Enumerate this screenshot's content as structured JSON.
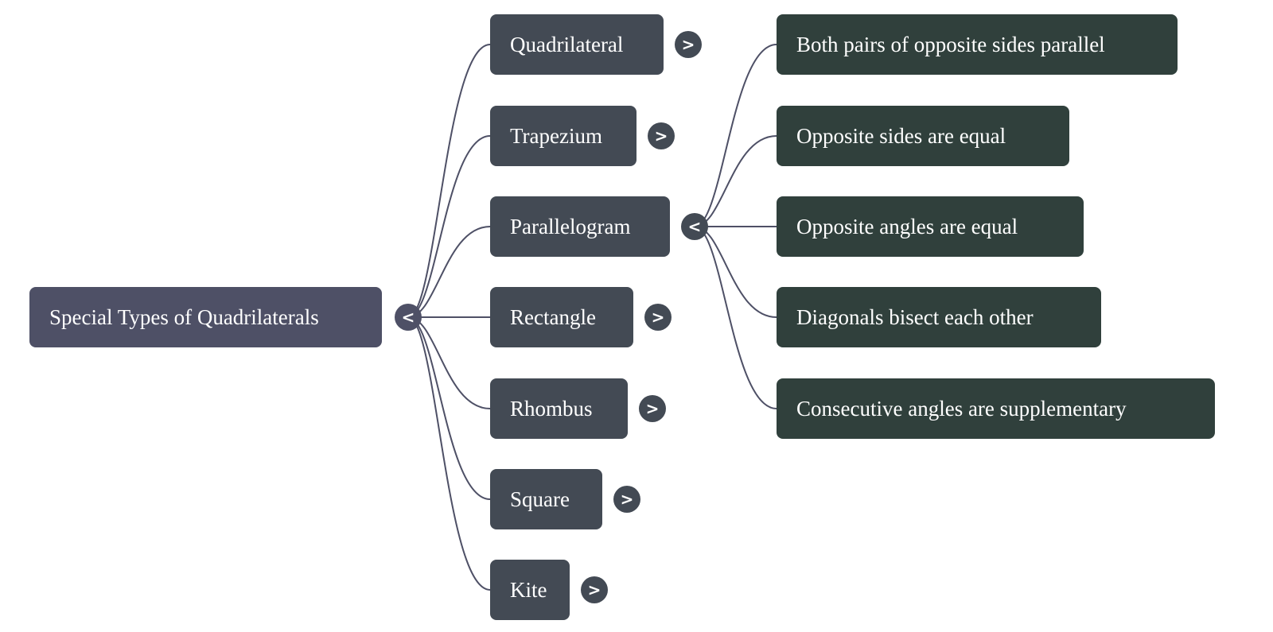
{
  "mindmap": {
    "root": {
      "label": "Special Types of Quadrilaterals",
      "toggle": "<",
      "expanded": true
    },
    "children": [
      {
        "label": "Quadrilateral",
        "toggle": ">",
        "expanded": false
      },
      {
        "label": "Trapezium",
        "toggle": ">",
        "expanded": false
      },
      {
        "label": "Parallelogram",
        "toggle": "<",
        "expanded": true,
        "children": [
          {
            "label": "Both pairs of opposite sides parallel"
          },
          {
            "label": "Opposite sides are equal"
          },
          {
            "label": "Opposite angles are equal"
          },
          {
            "label": "Diagonals bisect each other"
          },
          {
            "label": "Consecutive angles are supplementary"
          }
        ]
      },
      {
        "label": "Rectangle",
        "toggle": ">",
        "expanded": false
      },
      {
        "label": "Rhombus",
        "toggle": ">",
        "expanded": false
      },
      {
        "label": "Square",
        "toggle": ">",
        "expanded": false
      },
      {
        "label": "Kite",
        "toggle": ">",
        "expanded": false
      }
    ],
    "colors": {
      "root": "#4e5066",
      "level1": "#434a54",
      "level2": "#30403c",
      "edge": "#4e5066"
    }
  }
}
